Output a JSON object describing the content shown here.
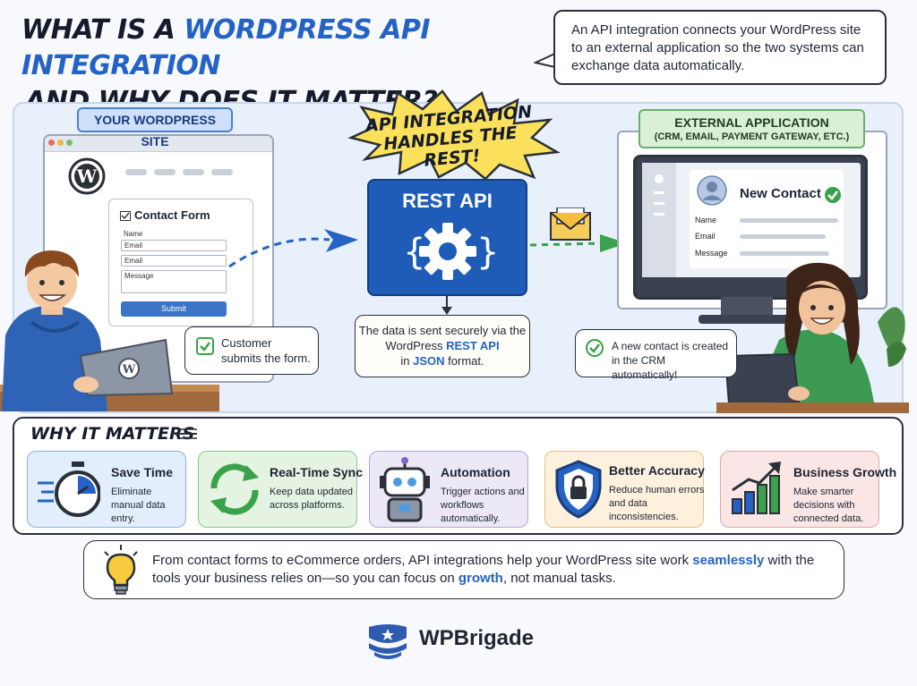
{
  "title": {
    "line1_prefix": "WHAT IS A",
    "line1_accent": "WORDPRESS API INTEGRATION",
    "line2": "AND WHY DOES IT MATTER?"
  },
  "intro": "An API integration connects your WordPress site to an external application so the two systems can exchange data automatically.",
  "site": {
    "label": "YOUR WORDPRESS SITE",
    "form": {
      "title": "Contact Form",
      "name_label": "Name",
      "email_label": "Email",
      "email_field": "Email",
      "message_field": "Message",
      "submit": "Submit"
    },
    "note": "Customer submits the form."
  },
  "center": {
    "burst": "API INTEGRATION HANDLES THE REST!",
    "box_title": "REST API",
    "note_prefix": "The data is sent securely via the WordPress",
    "note_rest": "REST API",
    "note_in": "in",
    "note_json": "JSON",
    "note_suffix": "format."
  },
  "external": {
    "label": "EXTERNAL APPLICATION",
    "sublabel": "(CRM, EMAIL, PAYMENT GATEWAY, ETC.)",
    "contact_title": "New Contact",
    "fields": [
      "Name",
      "Email",
      "Message"
    ],
    "note": "A new contact is created in the CRM automatically!"
  },
  "why": {
    "title": "WHY IT MATTERS",
    "benefits": [
      {
        "title": "Save Time",
        "desc": "Eliminate manual data entry.",
        "icon": "stopwatch-icon",
        "bg": "#e3eefc",
        "border": "#8fb0dd"
      },
      {
        "title": "Real-Time Sync",
        "desc": "Keep data updated across platforms.",
        "icon": "sync-arrows-icon",
        "bg": "#e5f3e2",
        "border": "#8cc58a"
      },
      {
        "title": "Automation",
        "desc": "Trigger actions and workflows automatically.",
        "icon": "robot-icon",
        "bg": "#ece8f6",
        "border": "#b3a6d6"
      },
      {
        "title": "Better Accuracy",
        "desc": "Reduce human errors and data inconsistencies.",
        "icon": "shield-lock-icon",
        "bg": "#fdf1de",
        "border": "#e6c27e"
      },
      {
        "title": "Business Growth",
        "desc": "Make smarter decisions with connected data.",
        "icon": "growth-chart-icon",
        "bg": "#fbe6e6",
        "border": "#e2a7a7"
      }
    ]
  },
  "footer": {
    "part1": "From contact forms to eCommerce orders, API integrations help your WordPress site work",
    "seamlessly": "seamlessly",
    "part2": "with the tools your business relies on—so you can focus on",
    "growth": "growth",
    "part3": ", not manual tasks."
  },
  "brand": "WPBrigade",
  "colors": {
    "accent": "#2463c5",
    "api_box": "#1f5cb8",
    "green": "#3aa24a"
  }
}
